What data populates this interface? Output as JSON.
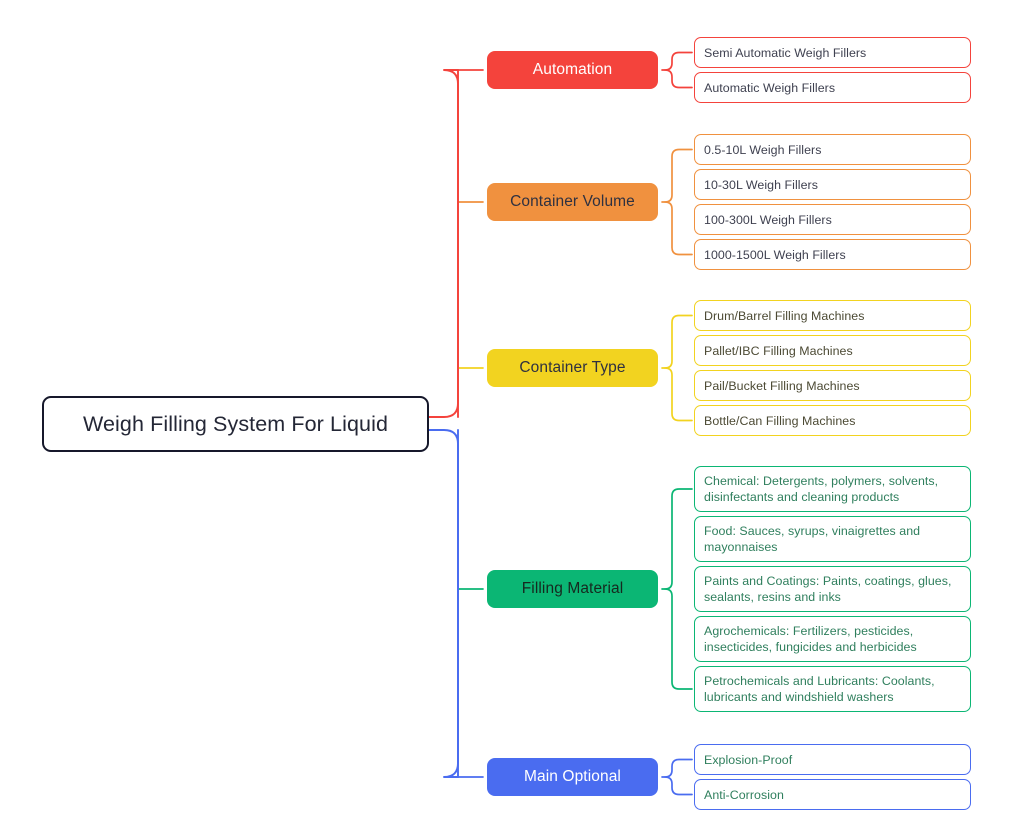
{
  "diagram": {
    "title": "Weigh Filling System For Liquid",
    "type": "mind-map",
    "root": {
      "label": "Weigh Filling System For Liquid",
      "border_color": "#16182b",
      "text_color": "#242736",
      "fill": "#ffffff"
    },
    "trunk": {
      "upper_color": "#f4433c",
      "lower_color": "#4a6cf0"
    },
    "branches": [
      {
        "label": "Automation",
        "color": "#f4433c",
        "pill_text_color": "#ffffff",
        "leaf_text_color": "#3f4150",
        "leaves": [
          "Semi Automatic Weigh Fillers",
          "Automatic Weigh Fillers"
        ]
      },
      {
        "label": "Container Volume",
        "color": "#f0913f",
        "pill_text_color": "#2f3140",
        "leaf_text_color": "#3f4150",
        "leaves": [
          "0.5-10L Weigh Fillers",
          "10-30L Weigh Fillers",
          "100-300L Weigh Fillers",
          "1000-1500L Weigh Fillers"
        ]
      },
      {
        "label": "Container Type",
        "color": "#f2d320",
        "pill_text_color": "#2f3140",
        "leaf_text_color": "#4c4a34",
        "leaves": [
          "Drum/Barrel Filling Machines",
          "Pallet/IBC Filling Machines",
          "Pail/Bucket Filling Machines",
          "Bottle/Can Filling Machines"
        ]
      },
      {
        "label": "Filling Material",
        "color": "#0bb674",
        "pill_text_color": "#16291f",
        "leaf_text_color": "#2f7f5d",
        "leaves": [
          "Chemical: Detergents, polymers, solvents, disinfectants and cleaning products",
          "Food: Sauces, syrups, vinaigrettes and mayonnaises",
          "Paints and Coatings: Paints, coatings, glues, sealants, resins and inks",
          "Agrochemicals: Fertilizers, pesticides, insecticides, fungicides and herbicides",
          "Petrochemicals and Lubricants: Coolants, lubricants and windshield washers"
        ]
      },
      {
        "label": "Main Optional",
        "color": "#4a6cf0",
        "pill_text_color": "#ffffff",
        "leaf_text_color": "#2f7f5d",
        "leaves": [
          "Explosion-Proof",
          "Anti-Corrosion"
        ]
      }
    ]
  }
}
